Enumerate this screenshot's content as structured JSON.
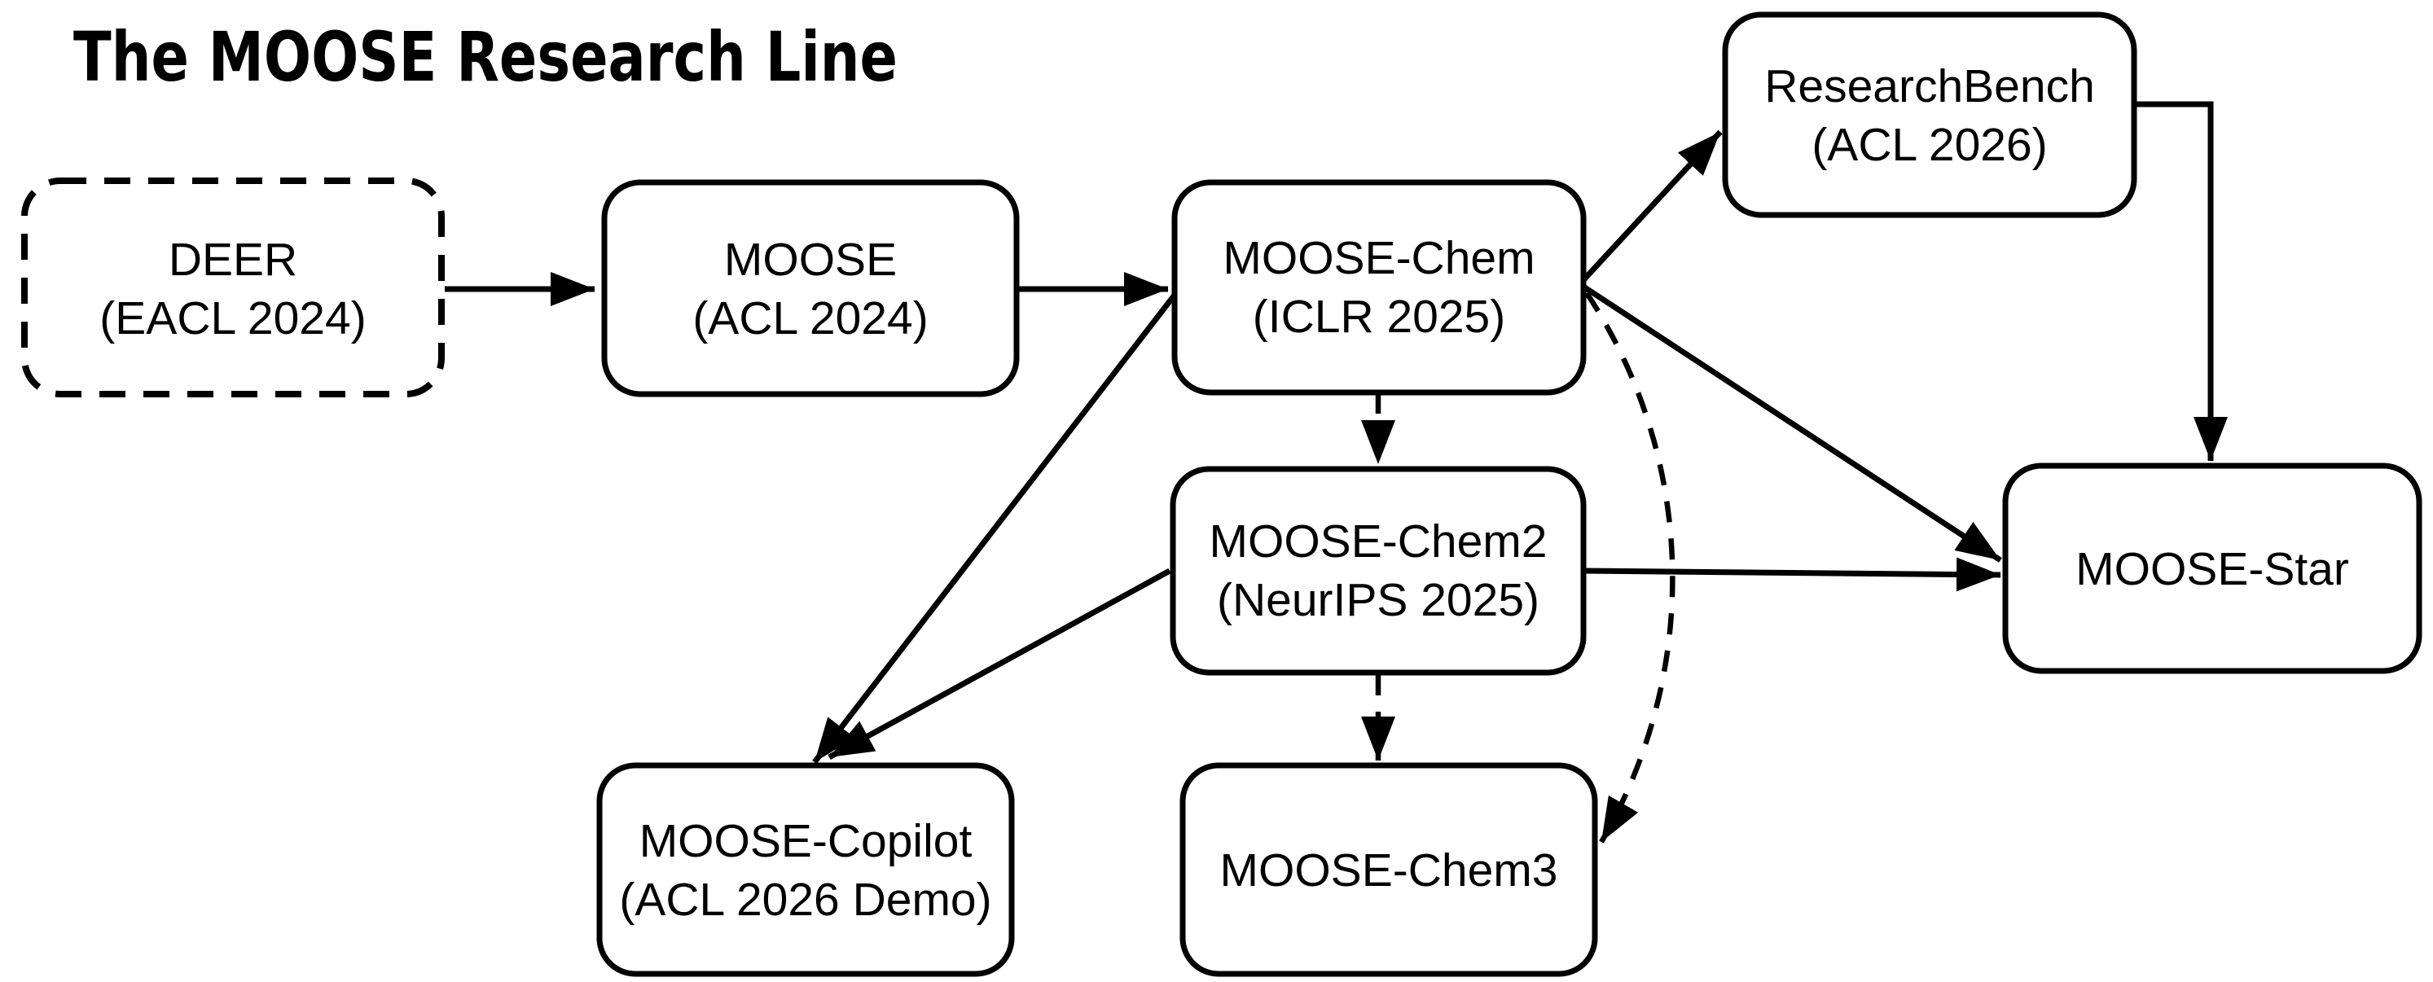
{
  "title": "The MOOSE Research Line",
  "nodes": {
    "deer": {
      "name": "DEER",
      "venue": "(EACL 2024)"
    },
    "moose": {
      "name": "MOOSE",
      "venue": "(ACL 2024)"
    },
    "moose_chem": {
      "name": "MOOSE-Chem",
      "venue": "(ICLR 2025)"
    },
    "research_bench": {
      "name": "ResearchBench",
      "venue": "(ACL 2026)"
    },
    "moose_star": {
      "name": "MOOSE-Star"
    },
    "moose_chem2": {
      "name": "MOOSE-Chem2",
      "venue": "(NeurIPS 2025)"
    },
    "moose_chem3": {
      "name": "MOOSE-Chem3"
    },
    "moose_copilot": {
      "name": "MOOSE-Copilot",
      "venue": "(ACL 2026 Demo)"
    }
  },
  "edges": [
    {
      "from": "DEER",
      "to": "MOOSE",
      "style": "solid"
    },
    {
      "from": "MOOSE",
      "to": "MOOSE-Chem",
      "style": "solid"
    },
    {
      "from": "MOOSE-Chem",
      "to": "ResearchBench",
      "style": "solid"
    },
    {
      "from": "MOOSE-Chem",
      "to": "MOOSE-Star",
      "style": "solid"
    },
    {
      "from": "MOOSE-Chem",
      "to": "MOOSE-Copilot",
      "style": "solid"
    },
    {
      "from": "MOOSE-Chem",
      "to": "MOOSE-Chem2",
      "style": "dashed"
    },
    {
      "from": "MOOSE-Chem",
      "to": "MOOSE-Chem3",
      "style": "dashed"
    },
    {
      "from": "MOOSE-Chem2",
      "to": "MOOSE-Star",
      "style": "solid"
    },
    {
      "from": "MOOSE-Chem2",
      "to": "MOOSE-Copilot",
      "style": "solid"
    },
    {
      "from": "MOOSE-Chem2",
      "to": "MOOSE-Chem3",
      "style": "dashed"
    },
    {
      "from": "ResearchBench",
      "to": "MOOSE-Star",
      "style": "solid"
    }
  ],
  "colors": {
    "ink": "#000000",
    "background": "#ffffff"
  }
}
